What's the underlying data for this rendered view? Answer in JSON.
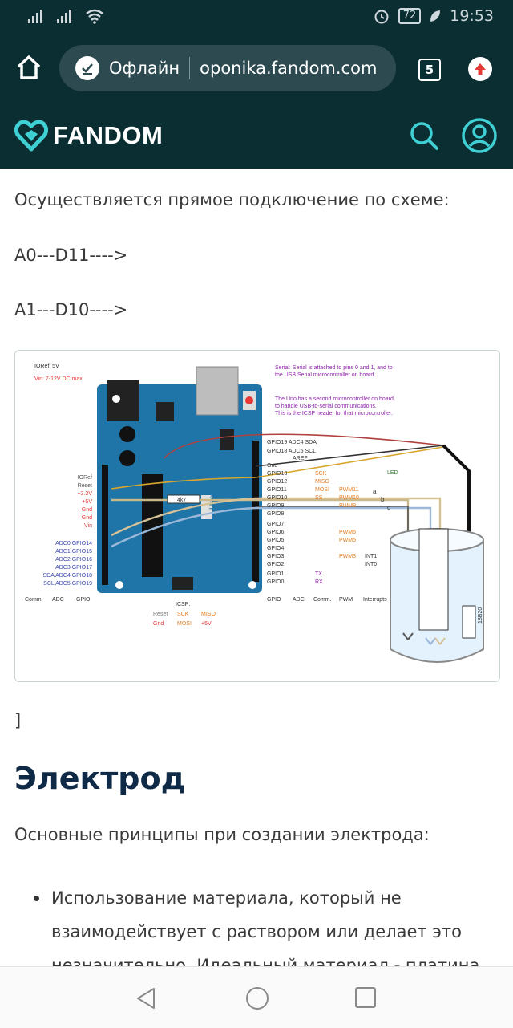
{
  "status": {
    "time": "19:53",
    "battery": "72"
  },
  "browser": {
    "offline_label": "Офлайн",
    "url": "oponika.fandom.com",
    "tab_count": "5"
  },
  "fandom": {
    "logo_text": "FANDOM"
  },
  "content": {
    "intro": "Осуществляется прямое подключение по схеме:",
    "line1": "A0---D11---->",
    "line2": "A1---D10---->",
    "bracket": "]",
    "heading": "Электрод",
    "principles": "Основные принципы при создании электрода:",
    "bullet1_line1": "Использование материала, который не",
    "bullet1_line2": "взаимодействует с раствором или делает это",
    "bullet1_line3": "незначительно. Идеальный материал - платина."
  },
  "diagram": {
    "ioref_note": "IORef: 5V",
    "vin_note": "Vin: 7-12V DC max.",
    "serial_note1": "Serial: Serial is attached to pins 0 and 1, and to",
    "serial_note2": "the USB Serial microcontroller on board.",
    "uno_note1": "The Uno has a second microcontroller on board",
    "uno_note2": "to handle USB-to-serial communications.",
    "uno_note3": "This is the ICSP header for that microcontroller.",
    "left_power": [
      "IORef",
      "Reset",
      "+3.3V",
      "+5V",
      "Gnd",
      "Gnd",
      "Vin"
    ],
    "adc_labels": [
      "ADC0 GPIO14",
      "ADC1 GPIO15",
      "ADC2 GPIO16",
      "ADC3 GPIO17",
      "SDA ADC4 GPIO18",
      "SCL ADC5 GPIO19"
    ],
    "left_footer": [
      "Comm.",
      "ADC",
      "GPIO"
    ],
    "right_pins": [
      "GPIO19 ADC4 SDA",
      "GPIO18 ADC5 SCL",
      "AREF",
      "Gnd",
      "GPIO13",
      "GPIO12",
      "GPIO11",
      "GPIO10",
      "GPIO9",
      "GPIO8",
      "GPIO7",
      "GPIO6",
      "GPIO5",
      "GPIO4",
      "GPIO3",
      "GPIO2",
      "GPIO1",
      "GPIO0"
    ],
    "spi_labels": [
      "SCK",
      "MISO",
      "MOSI",
      "SS"
    ],
    "pwm_labels": [
      "PWM11",
      "PWM10",
      "PWM9",
      "PWM6",
      "PWM5",
      "PWM3"
    ],
    "int_labels": [
      "INT1",
      "INT0"
    ],
    "serial_pins": [
      "TX",
      "RX"
    ],
    "right_footer": [
      "GPIO",
      "ADC",
      "Comm.",
      "PWM",
      "Interrupts"
    ],
    "led_label": "LED",
    "resistor": "4k7",
    "board_name": "Uno",
    "icsp_title": "ICSP:",
    "icsp_labels": [
      "Reset",
      "SCK",
      "MISO",
      "Gnd",
      "MOSI",
      "+5V"
    ],
    "wire_labels": [
      "a",
      "b",
      "c"
    ],
    "sensor_label": "18B20"
  }
}
